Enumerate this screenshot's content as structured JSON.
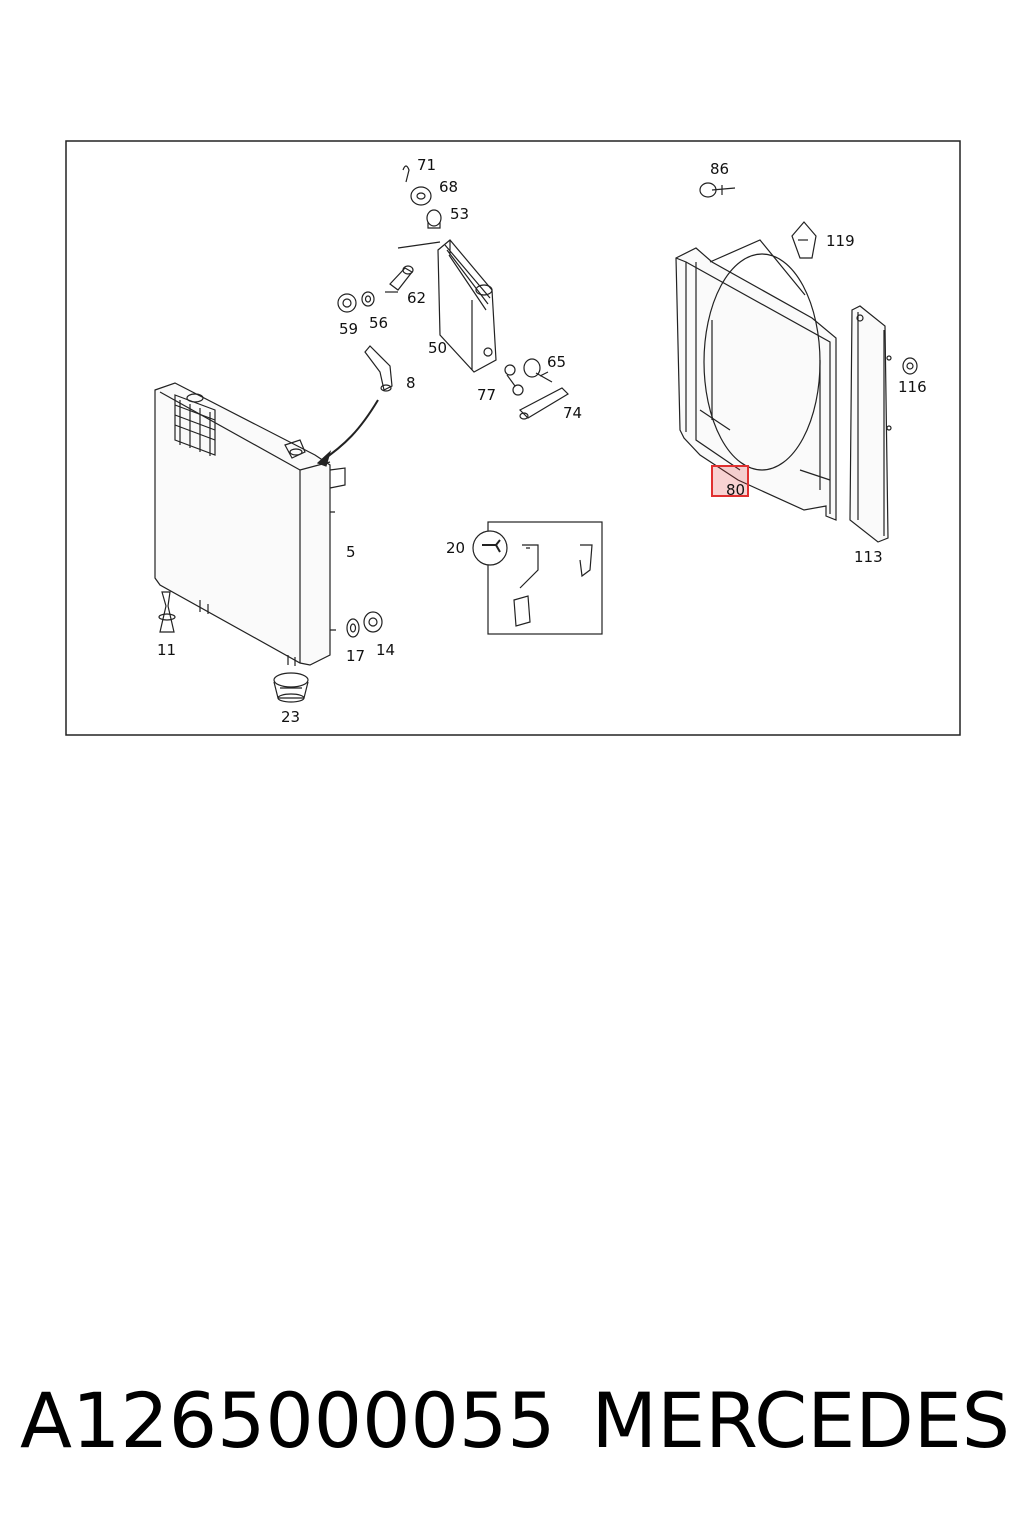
{
  "diagram": {
    "callouts": {
      "c71": "71",
      "c68": "68",
      "c53": "53",
      "c86": "86",
      "c119": "119",
      "c62": "62",
      "c59": "59",
      "c56": "56",
      "c50": "50",
      "c8": "8",
      "c65": "65",
      "c77": "77",
      "c74": "74",
      "c116": "116",
      "c80": "80",
      "c113": "113",
      "c5": "5",
      "c20": "20",
      "c11": "11",
      "c17": "17",
      "c14": "14",
      "c23": "23"
    },
    "highlighted_part": "80",
    "highlight_color": "#e03030"
  },
  "footer": {
    "part_number": "A1265000055",
    "brand": "MERCEDES"
  }
}
